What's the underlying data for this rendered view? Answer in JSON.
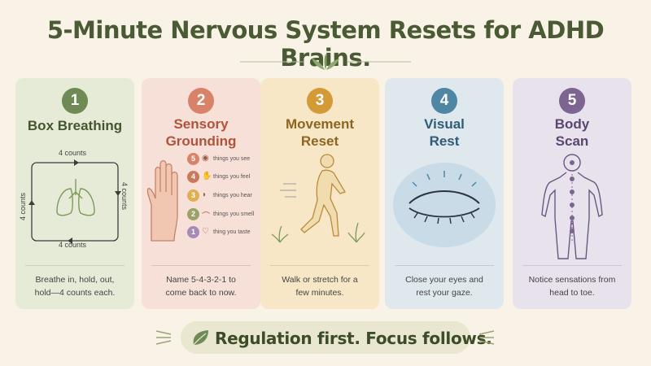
{
  "title": "5-Minute Nervous System Resets for ADHD Brains.",
  "icons": {
    "divider": "leaf-sprig-icon",
    "box_breathing": "lungs-icon",
    "sensory": "hand-icon",
    "movement": "walking-person-icon",
    "visual": "closed-eye-icon",
    "body": "body-outline-icon",
    "banner": "leaf-icon"
  },
  "colors": {
    "title": "#4a5a34",
    "card1": "#6f8a55",
    "card2": "#d9826a",
    "card3": "#d49a36",
    "card4": "#4f86a4",
    "card5": "#7d6592"
  },
  "cards": [
    {
      "number": "1",
      "title_lines": [
        "Box Breathing",
        ""
      ],
      "counts": {
        "top": "4 counts",
        "right": "4 counts",
        "bottom": "4 counts",
        "left": "4 counts"
      },
      "desc_lines": [
        "Breathe in, hold, out,",
        "hold—4 counts each."
      ]
    },
    {
      "number": "2",
      "title_lines": [
        "Sensory",
        "Grounding"
      ],
      "senses": [
        {
          "n": "5",
          "icon": "eye-icon",
          "text": "things you see"
        },
        {
          "n": "4",
          "icon": "hand-icon",
          "text": "things you feel"
        },
        {
          "n": "3",
          "icon": "ear-icon",
          "text": "things you hear"
        },
        {
          "n": "2",
          "icon": "nose-icon",
          "text": "things you smell"
        },
        {
          "n": "1",
          "icon": "heart-icon",
          "text": "thing you taste"
        }
      ],
      "desc_lines": [
        "Name 5-4-3-2-1 to",
        "come back to now."
      ]
    },
    {
      "number": "3",
      "title_lines": [
        "Movement",
        "Reset"
      ],
      "desc_lines": [
        "Walk or stretch for a",
        "few minutes."
      ]
    },
    {
      "number": "4",
      "title_lines": [
        "Visual",
        "Rest"
      ],
      "desc_lines": [
        "Close your eyes and",
        "rest your gaze."
      ]
    },
    {
      "number": "5",
      "title_lines": [
        "Body",
        "Scan"
      ],
      "desc_lines": [
        "Notice sensations from",
        "head to toe."
      ]
    }
  ],
  "banner": {
    "text": "Regulation first. Focus follows."
  }
}
